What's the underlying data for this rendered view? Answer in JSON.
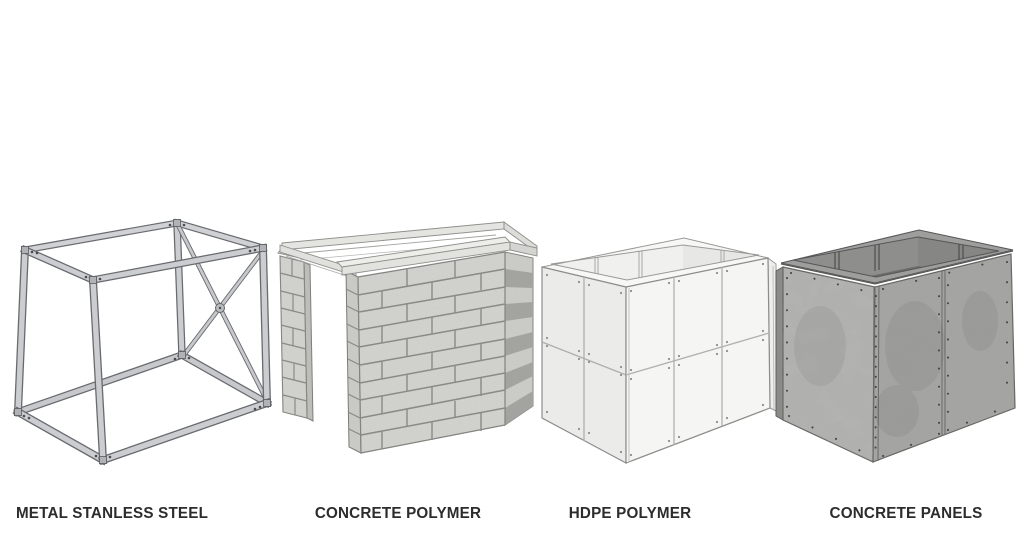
{
  "background": "#ffffff",
  "label_text_color": "#2c2c2c",
  "figures": [
    {
      "id": "metal-stainless-steel",
      "label": "METAL STANLESS STEEL",
      "illustration": "open stainless steel frame cube with X cross-brace",
      "primary_color": "#cbcdd0",
      "outline_color": "#686a6e"
    },
    {
      "id": "concrete-polymer",
      "label": "CONCRETE POLYMER",
      "illustration": "open-top concrete block enclosure with corner column and side opening",
      "primary_color": "#d6d6d2",
      "mortar_color": "#8a8a86"
    },
    {
      "id": "hdpe-polymer",
      "label": "HDPE POLYMER",
      "illustration": "open-top white HDPE panel box with screwed panel seams",
      "primary_color": "#f4f4f2",
      "seam_color": "#a8a8a6"
    },
    {
      "id": "concrete-panels",
      "label": "CONCRETE PANELS",
      "illustration": "open-top grey concrete panel box with riveted edges",
      "primary_color": "#a5a5a3",
      "secondary_color": "#b3b3b1"
    }
  ]
}
